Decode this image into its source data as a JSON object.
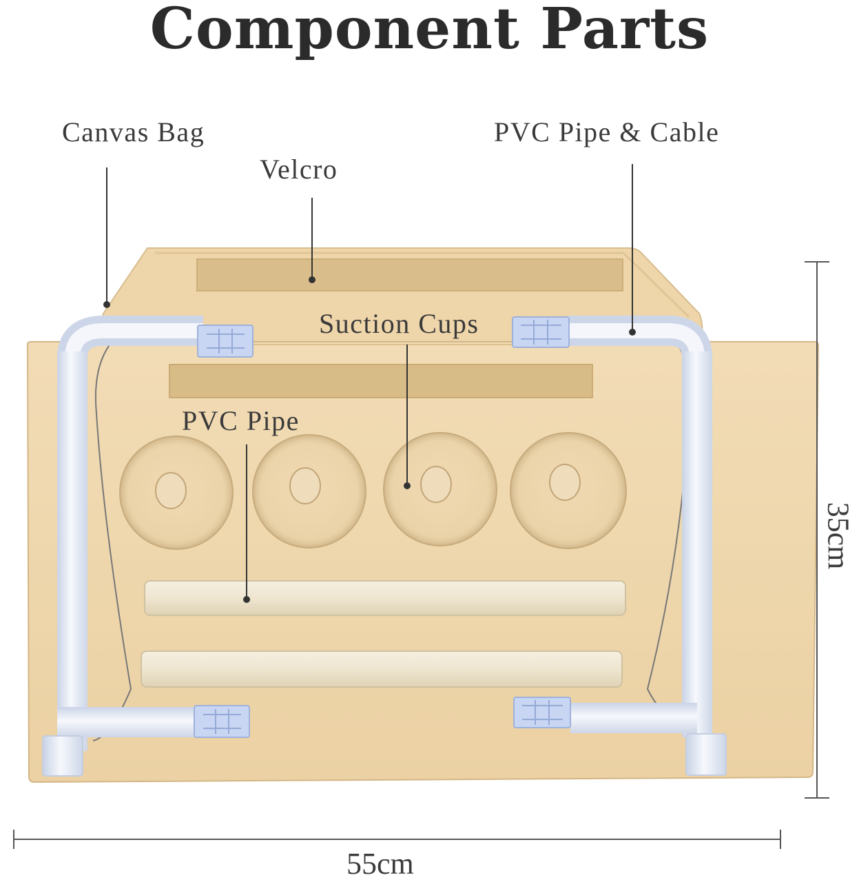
{
  "title": "Component Parts",
  "labels": {
    "canvas_bag": "Canvas Bag",
    "velcro": "Velcro",
    "pvc_pipe_cable": "PVC Pipe & Cable",
    "suction_cups": "Suction Cups",
    "pvc_pipe": "PVC Pipe"
  },
  "dimensions": {
    "width": "55cm",
    "height": "35cm"
  },
  "colors": {
    "canvas": "#eed6ac",
    "velcro": "#d9bd8a",
    "pipe_frame": "#e6ecf6",
    "straight_pipe": "#f1ead9",
    "dimension_line": "#555555"
  }
}
